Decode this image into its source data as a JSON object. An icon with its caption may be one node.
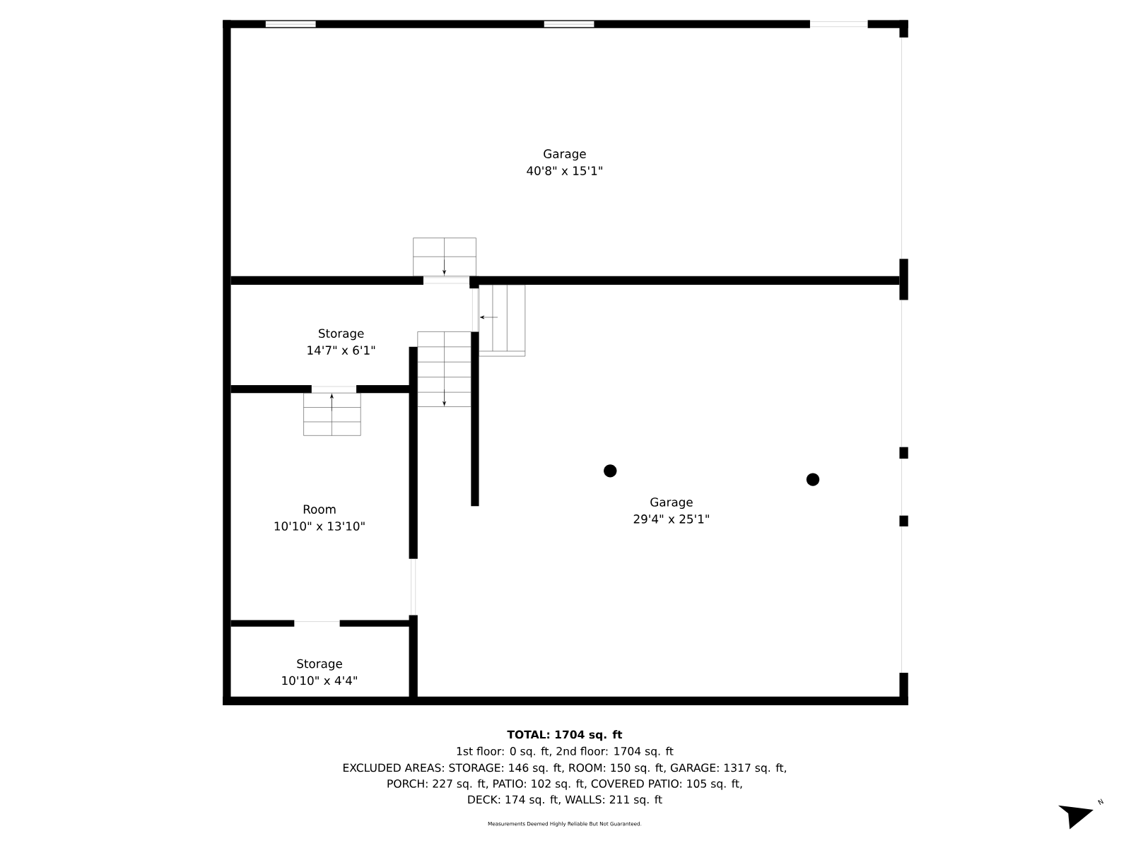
{
  "diagram": {
    "nodes": [
      {
        "text": [
          "Garage",
          "40'8\" x 15'1\""
        ]
      },
      {
        "text": [
          "Storage",
          "14'7\" x 6'1\""
        ]
      },
      {
        "text": [
          "Room",
          "10'10\" x 13'10\""
        ]
      },
      {
        "text": [
          "Garage",
          "29'4\" x 25'1\""
        ]
      },
      {
        "text": [
          "Storage",
          "10'10\" x 4'4\""
        ]
      }
    ],
    "labels": [
      "TOTAL: 1704 sq. ft",
      "1st floor: 0 sq. ft, 2nd floor: 1704 sq. ft",
      "EXCLUDED AREAS: STORAGE: 146 sq. ft, ROOM: 150 sq. ft, GARAGE: 1317 sq. ft,",
      "PORCH: 227 sq. ft, PATIO: 102 sq. ft, COVERED PATIO: 105 sq. ft,",
      "DECK: 174 sq. ft, WALLS: 211 sq. ft",
      "Measurements Deemed Highly Reliable But Not Guaranteed.",
      "N"
    ]
  }
}
